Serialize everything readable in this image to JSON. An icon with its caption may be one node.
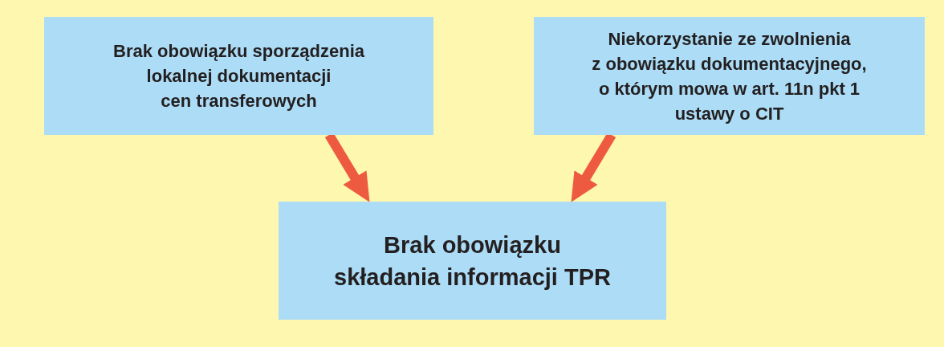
{
  "diagram": {
    "nodes": [
      {
        "text": [
          "Brak obowiązku sporządzenia lokalnej dokumentacji cen transferowych"
        ]
      },
      {
        "text": [
          "Niekorzystanie ze zwolnienia z obowiązku dokumentacyjnego, o którym mowa w art. 11n pkt 1 ustawy o CIT"
        ]
      },
      {
        "text": [
          "Brak obowiązku składania informacji TPR"
        ]
      }
    ],
    "edges": [
      {
        "from": 0,
        "to": 2,
        "arrow": "to"
      },
      {
        "from": 1,
        "to": 2,
        "arrow": "to"
      }
    ]
  }
}
